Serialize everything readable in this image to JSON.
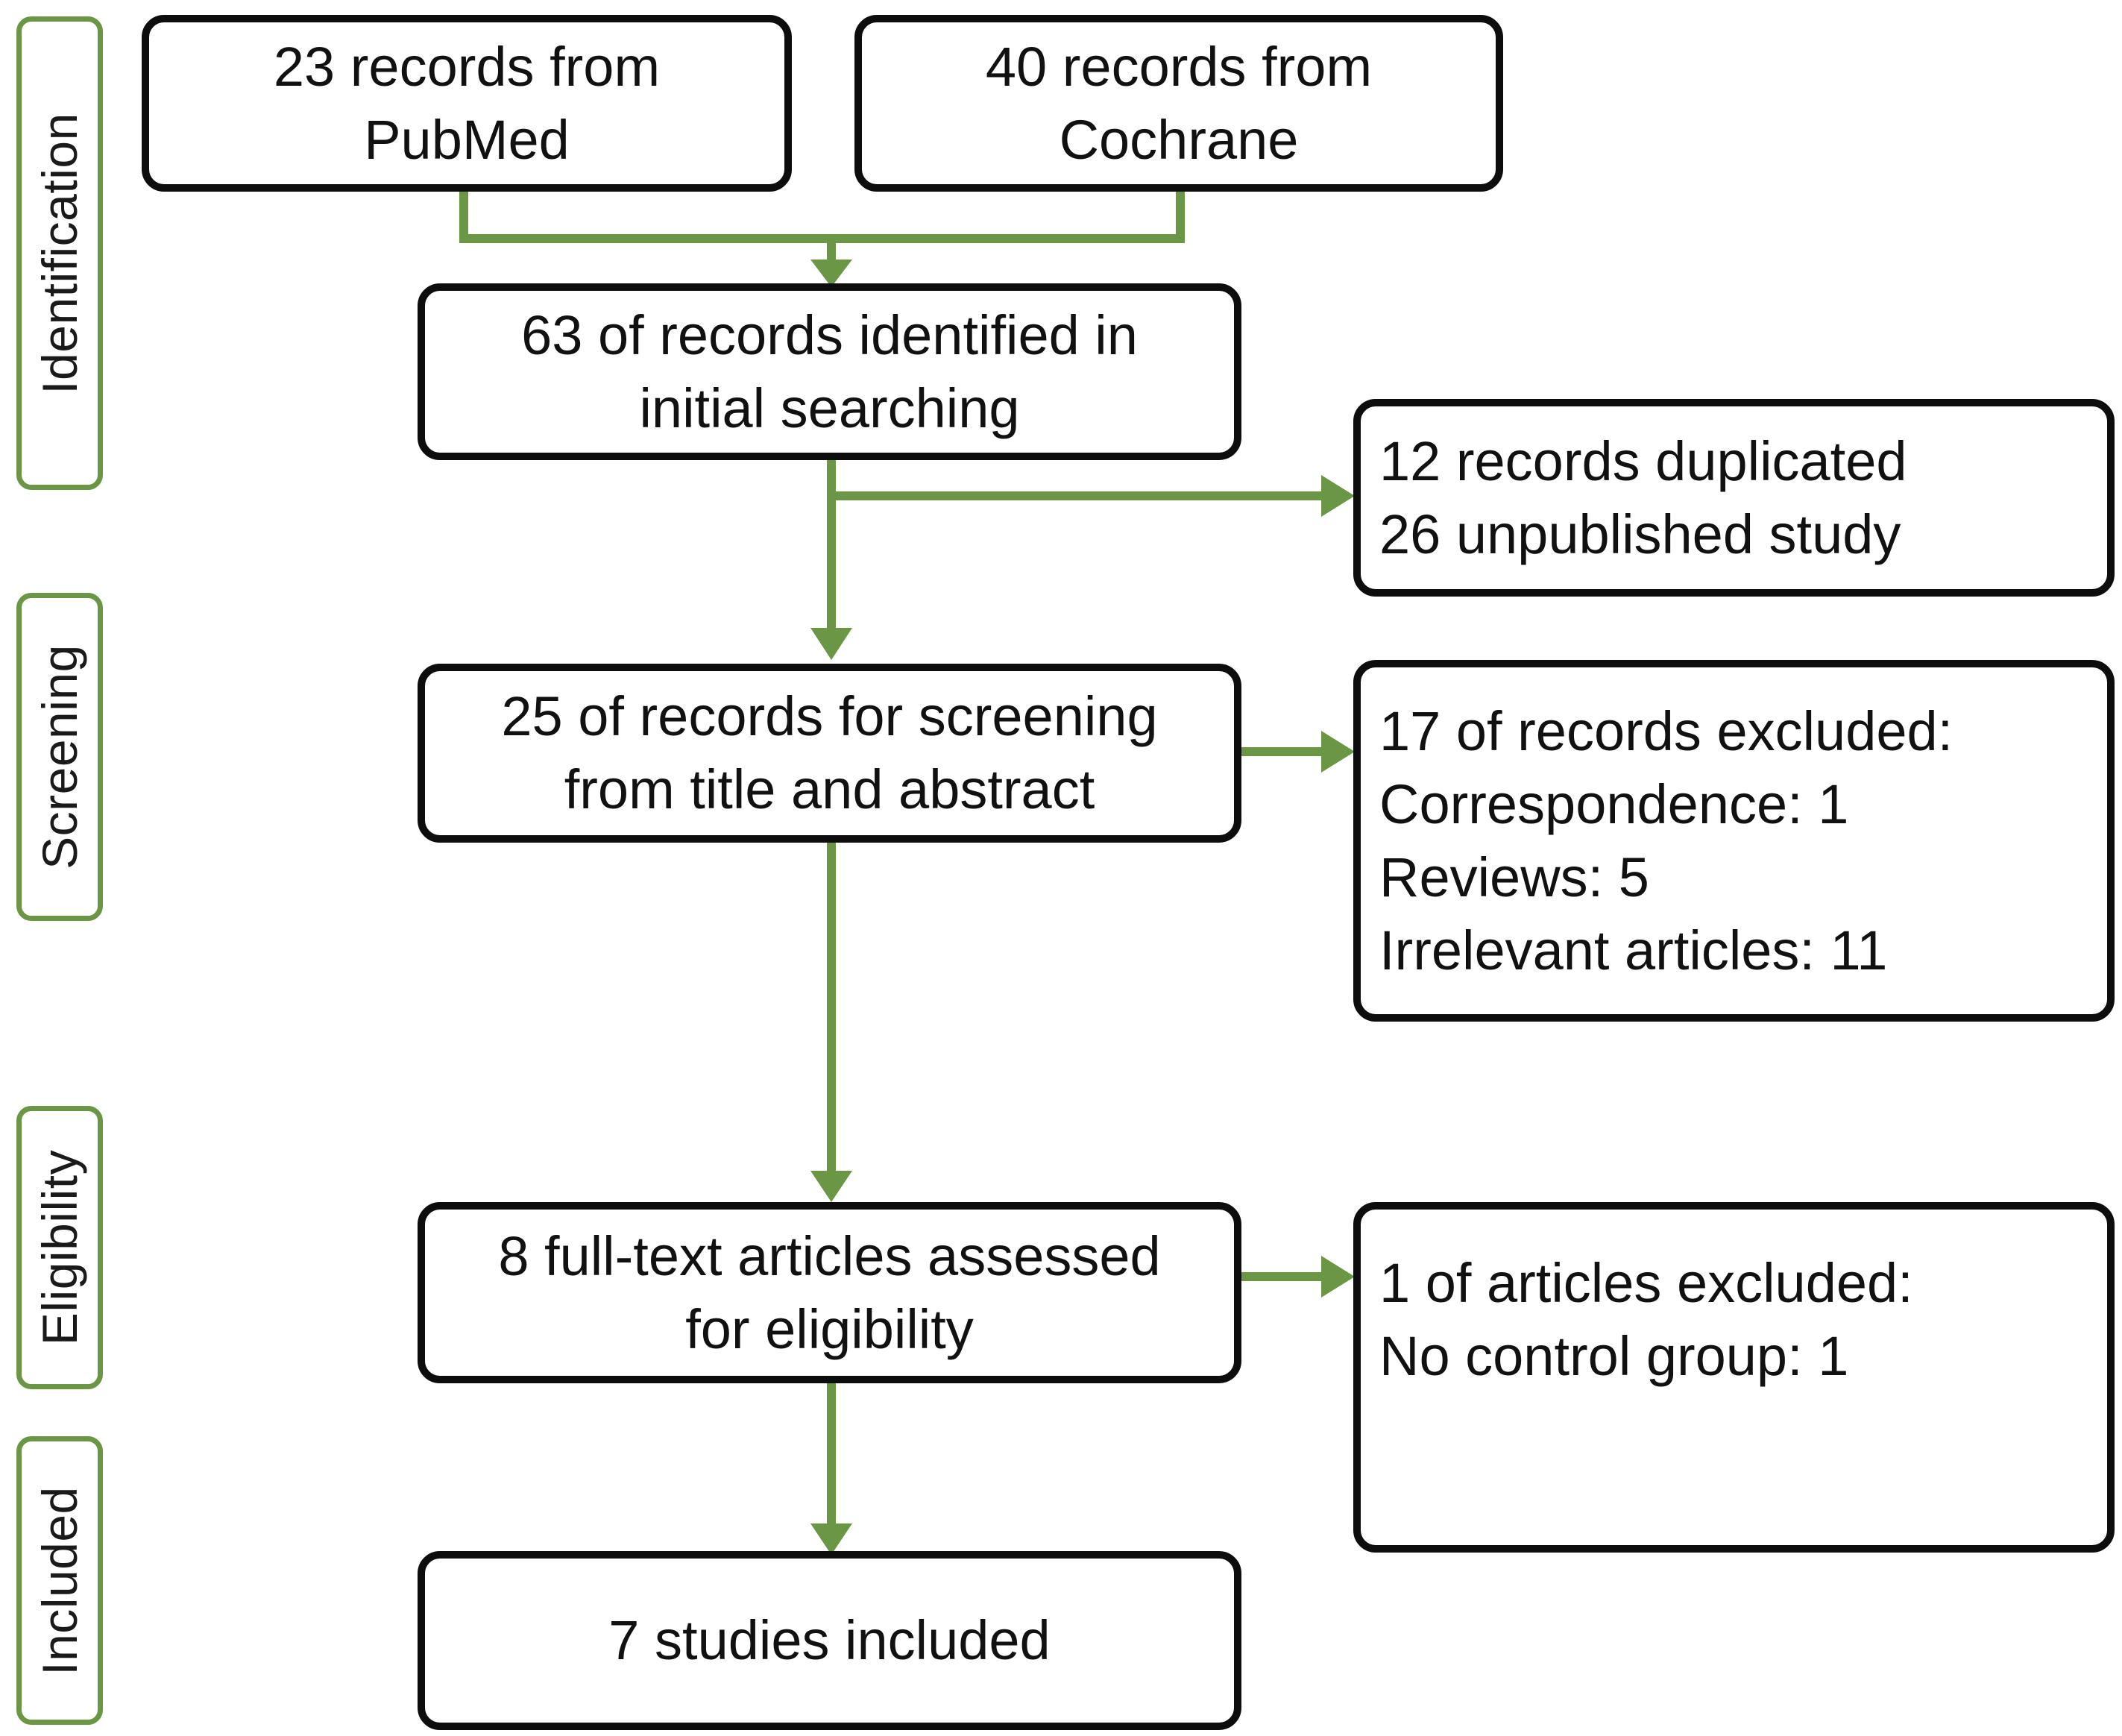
{
  "colors": {
    "connector": "#6a9645",
    "box_border": "#0d0d0d",
    "phase_border": "#6a9645"
  },
  "phases": {
    "identification": "Identification",
    "screening": "Screening",
    "eligibility": "Eligibility",
    "included": "Included"
  },
  "boxes": {
    "pubmed": [
      "23 records from",
      "PubMed"
    ],
    "cochrane": [
      "40 records from",
      "Cochrane"
    ],
    "identified": [
      "63 of records identified in",
      "initial searching"
    ],
    "duplicates": [
      "12 records duplicated",
      "26 unpublished study"
    ],
    "screening": [
      "25 of records for screening",
      "from title and abstract"
    ],
    "screen_excluded": [
      "17 of records excluded:",
      "Correspondence: 1",
      "Reviews: 5",
      "Irrelevant articles: 11"
    ],
    "fulltext": [
      "8 full-text articles assessed",
      "for eligibility"
    ],
    "fulltext_excluded": [
      "1 of articles excluded:",
      "No control group: 1"
    ],
    "included": [
      "7 studies included"
    ]
  }
}
